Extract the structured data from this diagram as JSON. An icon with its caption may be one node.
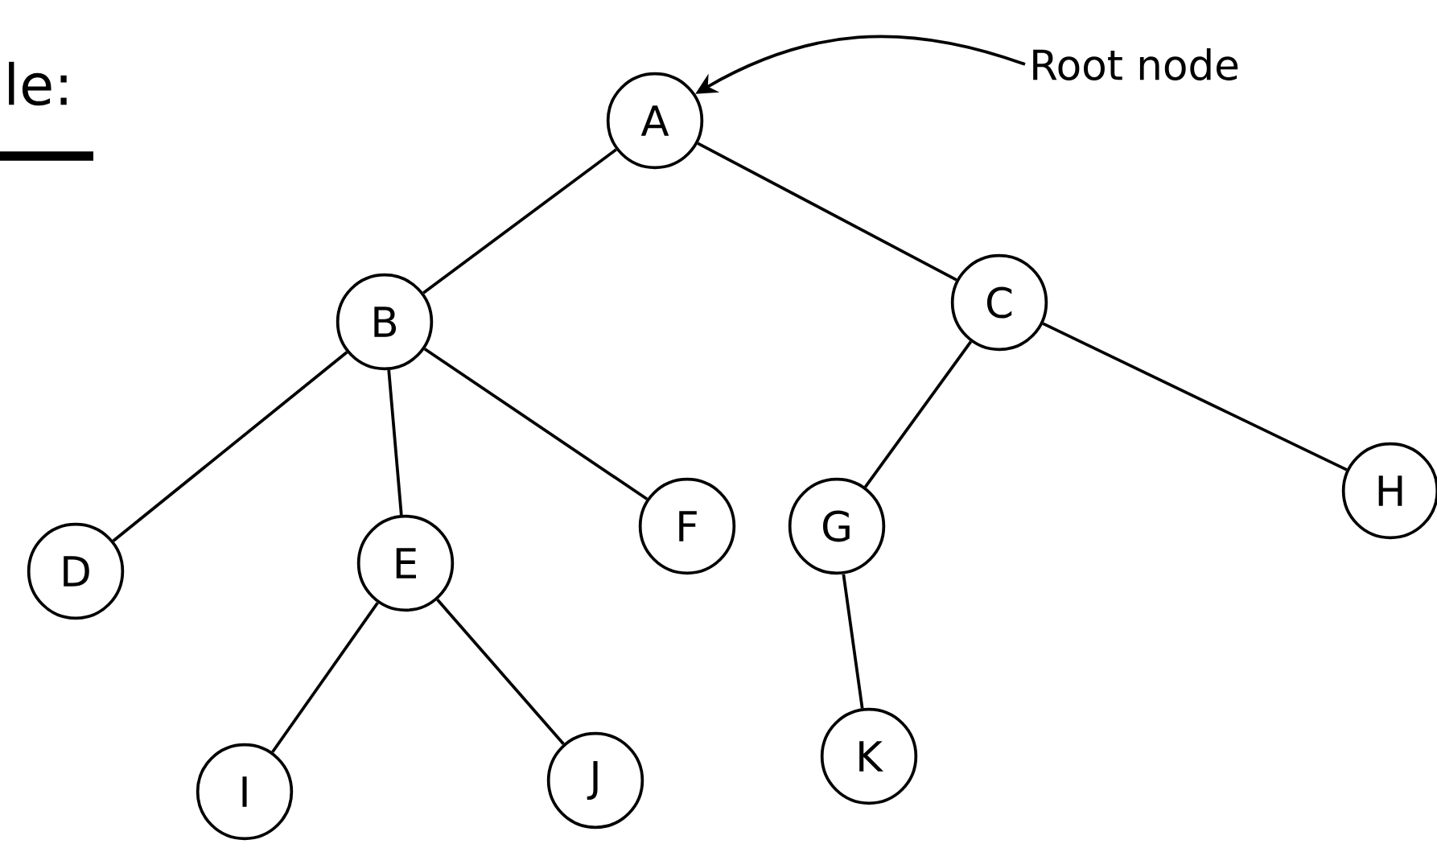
{
  "diagram": {
    "nodes": [
      {
        "text": [
          "Root node"
        ]
      },
      {
        "text": [
          "A"
        ]
      },
      {
        "text": [
          "B"
        ]
      },
      {
        "text": [
          "C"
        ]
      },
      {
        "text": [
          "D"
        ]
      },
      {
        "text": [
          "E"
        ]
      },
      {
        "text": [
          "F"
        ]
      },
      {
        "text": [
          "G"
        ]
      },
      {
        "text": [
          "H"
        ]
      },
      {
        "text": [
          "I"
        ]
      },
      {
        "text": [
          "J"
        ]
      },
      {
        "text": [
          "K"
        ]
      }
    ],
    "edges": [
      {
        "from": 0,
        "to": 1,
        "arrow": "to"
      },
      {
        "from": 1,
        "to": 2,
        "arrow": "none"
      },
      {
        "from": 1,
        "to": 3,
        "arrow": "none"
      },
      {
        "from": 2,
        "to": 4,
        "arrow": "none"
      },
      {
        "from": 2,
        "to": 5,
        "arrow": "none"
      },
      {
        "from": 2,
        "to": 6,
        "arrow": "none"
      },
      {
        "from": 3,
        "to": 7,
        "arrow": "none"
      },
      {
        "from": 3,
        "to": 8,
        "arrow": "none"
      },
      {
        "from": 5,
        "to": 9,
        "arrow": "none"
      },
      {
        "from": 5,
        "to": 10,
        "arrow": "none"
      },
      {
        "from": 7,
        "to": 11,
        "arrow": "none"
      }
    ],
    "labels": [
      "le:"
    ]
  }
}
